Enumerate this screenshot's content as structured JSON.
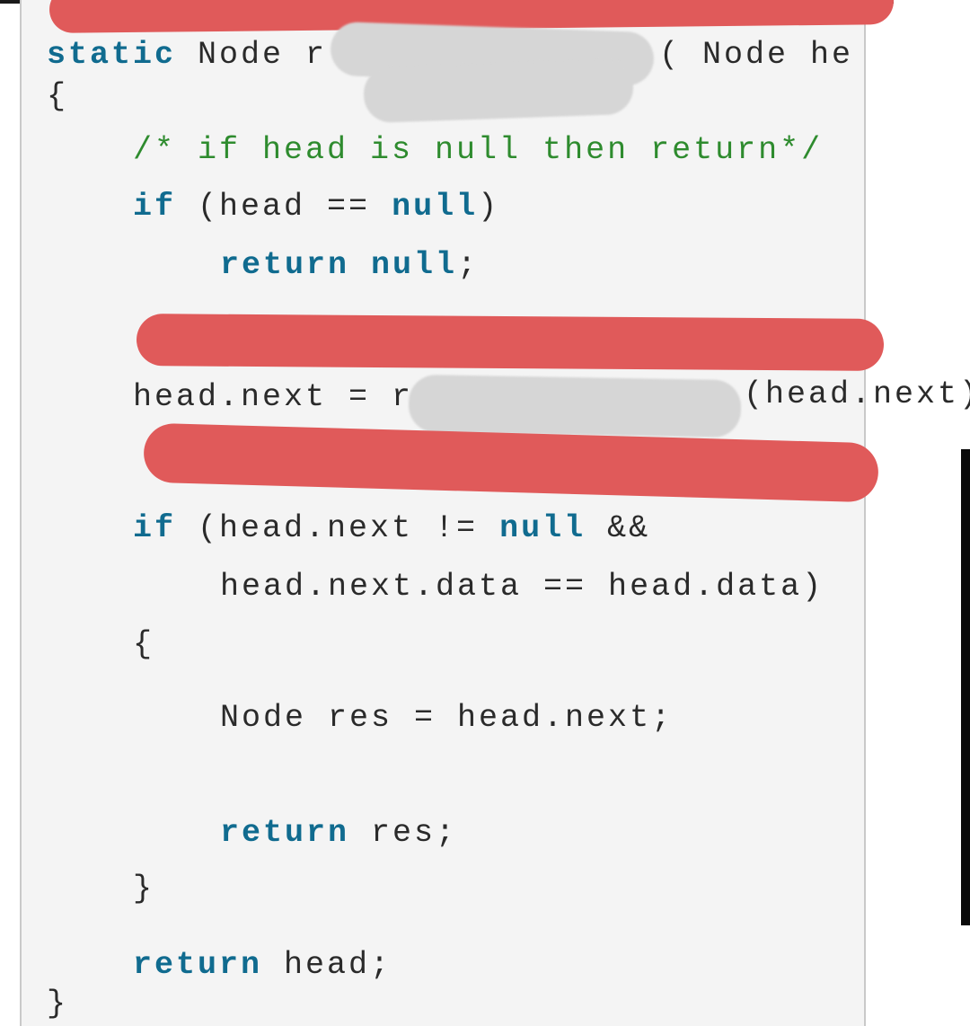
{
  "code": {
    "line1": {
      "kw": "static",
      "text_a": " Node r",
      "text_b": "( Node he"
    },
    "line2": {
      "text": "{"
    },
    "line3": {
      "comment": "/* if head is null then return*/"
    },
    "line4": {
      "kw": "if",
      "text": " (head == ",
      "kw2": "null",
      "text2": ")"
    },
    "line5": {
      "kw": "return",
      "text": " ",
      "kw2": "null",
      "text2": ";"
    },
    "line6": {
      "text_a": "head.next = r",
      "text_b": "(head.next)"
    },
    "line7": {
      "kw": "if",
      "text": " (head.next != ",
      "kw2": "null",
      "text2": " &&"
    },
    "line8": {
      "text": "head.next.data == head.data)"
    },
    "line9": {
      "text": "{"
    },
    "line10": {
      "text": "Node res = head.next;"
    },
    "line11": {
      "kw": "return",
      "text": " res;"
    },
    "line12": {
      "text": "}"
    },
    "line13": {
      "kw": "return",
      "text": " head;"
    },
    "line14": {
      "text": "}"
    }
  },
  "colors": {
    "keyword": "#106b8f",
    "comment": "#2e8b2e",
    "redaction_red": "#e05a5a",
    "redaction_gray": "#d6d6d6"
  }
}
